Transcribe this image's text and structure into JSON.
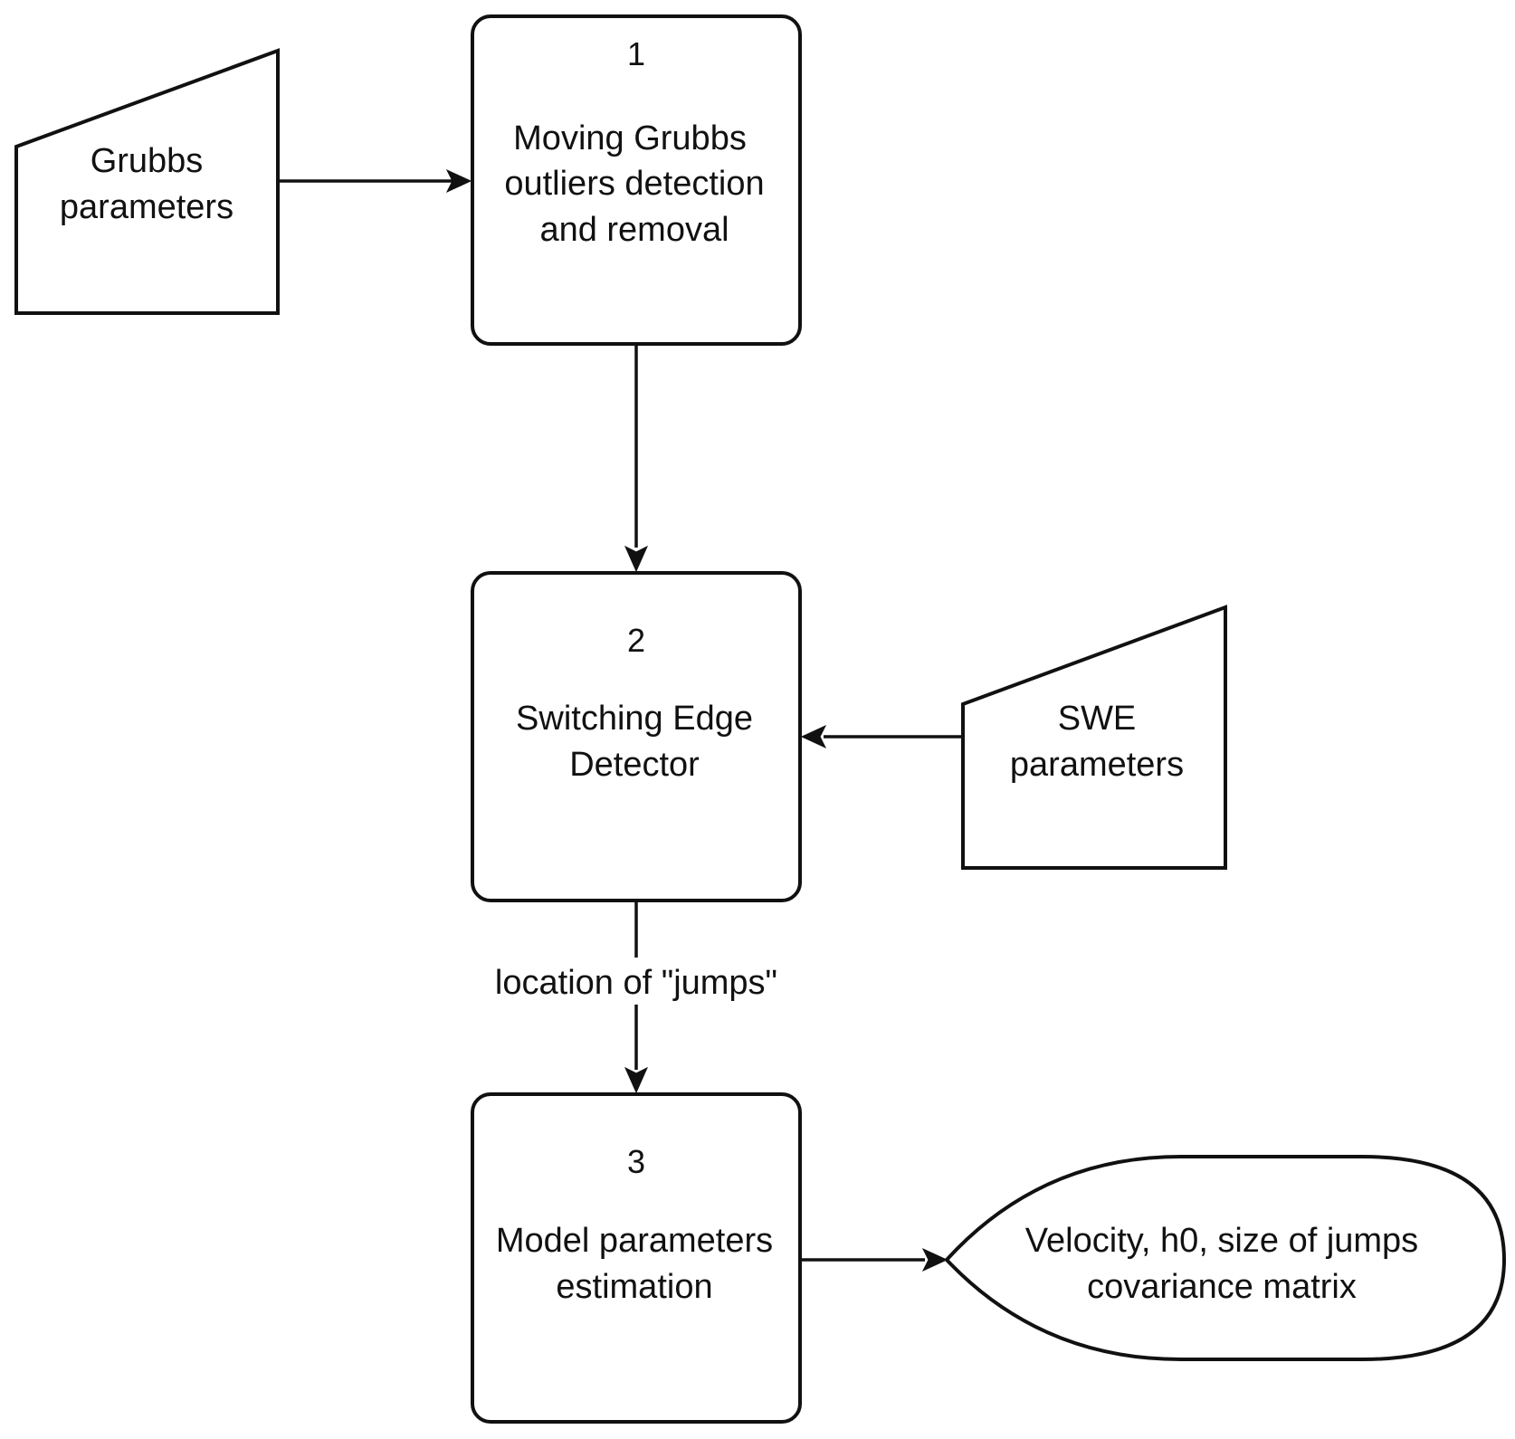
{
  "diagram": {
    "process_boxes": [
      {
        "number": "1",
        "lines": [
          "Moving Grubbs",
          "outliers detection",
          "and removal"
        ]
      },
      {
        "number": "2",
        "lines": [
          "Switching Edge",
          "Detector"
        ]
      },
      {
        "number": "3",
        "lines": [
          "Model parameters",
          "estimation"
        ]
      }
    ],
    "inputs": [
      {
        "lines": [
          "Grubbs",
          "parameters"
        ]
      },
      {
        "lines": [
          "SWE",
          "parameters"
        ]
      }
    ],
    "output": {
      "lines": [
        "Velocity, h0, size of jumps",
        "covariance matrix"
      ]
    },
    "edges": {
      "box2_to_box3_label": "location of \"jumps\""
    },
    "colors": {
      "stroke": "#111111",
      "fill": "#ffffff",
      "background": "#ffffff"
    }
  }
}
